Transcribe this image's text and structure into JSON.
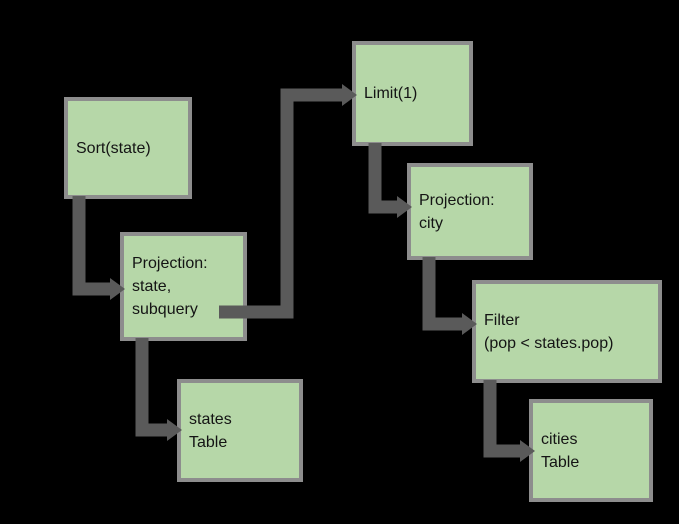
{
  "canvas": {
    "background": "#000000"
  },
  "style": {
    "node_fill": "#b6d7a8",
    "node_border": "#8d8d8d",
    "connector_color": "#5a5a5a",
    "text_color": "#141414"
  },
  "diagram": {
    "type": "query-plan-tree",
    "nodes": [
      {
        "id": "sort",
        "label": "Sort(state)"
      },
      {
        "id": "limit",
        "label": "Limit(1)"
      },
      {
        "id": "projection-city",
        "label": "Projection:\ncity"
      },
      {
        "id": "projection-state-subquery",
        "label": "Projection:\nstate,\nsubquery"
      },
      {
        "id": "filter",
        "label": "Filter\n(pop < states.pop)"
      },
      {
        "id": "states-table",
        "label": "states\nTable"
      },
      {
        "id": "cities-table",
        "label": "cities\nTable"
      }
    ],
    "edges": [
      {
        "from": "sort",
        "to": "projection-state-subquery"
      },
      {
        "from": "projection-state-subquery",
        "to": "limit"
      },
      {
        "from": "limit",
        "to": "projection-city"
      },
      {
        "from": "projection-city",
        "to": "filter"
      },
      {
        "from": "filter",
        "to": "cities-table"
      },
      {
        "from": "projection-state-subquery",
        "to": "states-table"
      }
    ]
  }
}
